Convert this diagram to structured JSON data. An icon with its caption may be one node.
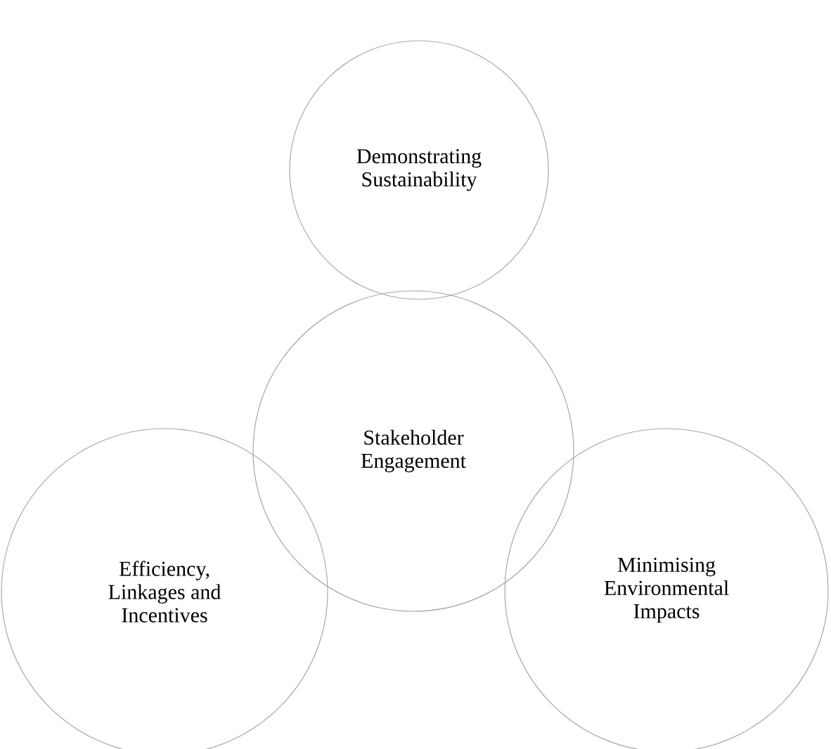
{
  "diagram": {
    "nodes": [
      {
        "text": [
          "Demonstrating Sustainability"
        ]
      },
      {
        "text": [
          "Stakeholder Engagement"
        ]
      },
      {
        "text": [
          "Efficiency, Linkages and Incentives"
        ]
      },
      {
        "text": [
          "Minimising Environmental Impacts"
        ]
      }
    ]
  }
}
